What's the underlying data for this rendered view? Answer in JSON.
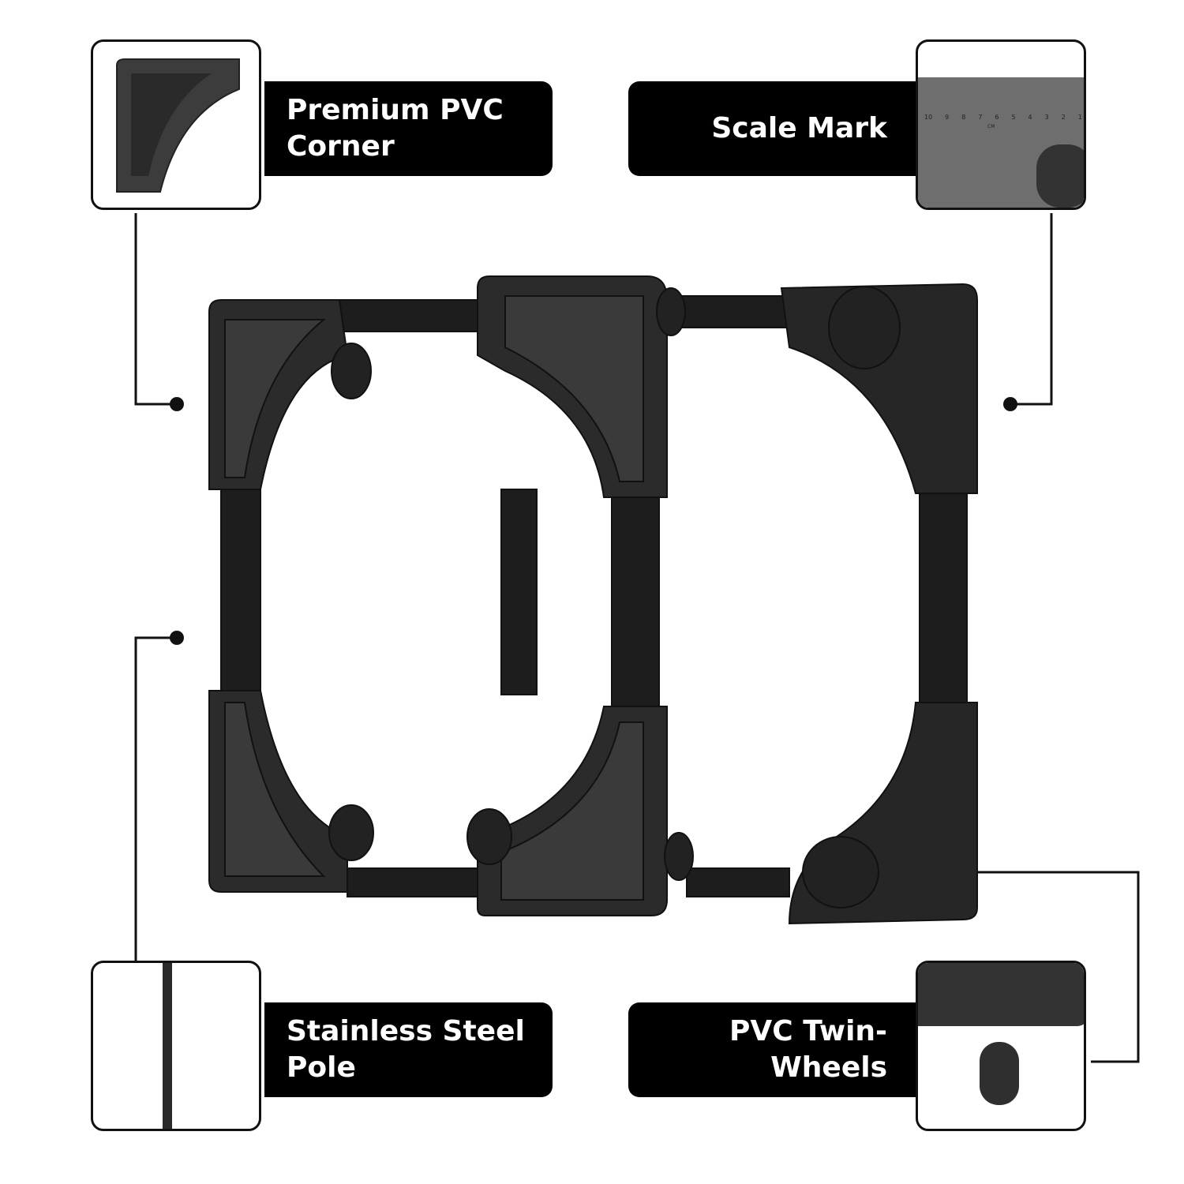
{
  "callouts": [
    {
      "id": "corner",
      "label": "Premium PVC\nCorner"
    },
    {
      "id": "scale",
      "label": "Scale Mark"
    },
    {
      "id": "pole",
      "label": "Stainless Steel\nPole"
    },
    {
      "id": "wheels",
      "label": "PVC Twin-\nWheels"
    }
  ],
  "scale_mark": {
    "numbers": [
      "10",
      "9",
      "8",
      "7",
      "6",
      "5",
      "4",
      "3",
      "2",
      "1"
    ],
    "unit": "CM"
  },
  "colors": {
    "product": "#2a2a2a",
    "label_bg": "#000000",
    "line": "#111111"
  }
}
